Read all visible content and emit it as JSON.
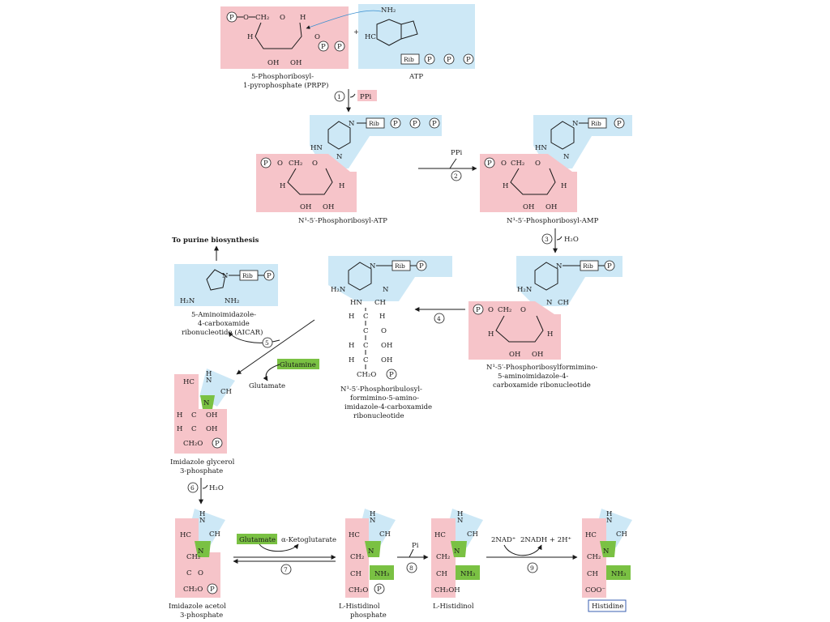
{
  "labels": {
    "prpp": [
      "5-Phosphoribosyl-",
      "1-pyrophosphate (PRPP)"
    ],
    "atp": "ATP",
    "pr_atp": "N¹-5′-Phosphoribosyl-ATP",
    "pr_amp": "N¹-5′-Phosphoribosyl-AMP",
    "to_purine": "To purine biosynthesis",
    "aicar": [
      "5-Aminoimidazole-",
      "4-carboxamide",
      "ribonucleotide (AICAR)"
    ],
    "prfar": [
      "N¹-5′-Phosphoribulosyl-",
      "formimino-5-amino-",
      "imidazole-4-carboxamide",
      "ribonucleotide"
    ],
    "profar": [
      "N¹-5′-Phosphoribosylformimino-",
      "5-aminoimidazole-4-",
      "carboxamide ribonucleotide"
    ],
    "igp": [
      "Imidazole glycerol",
      "3-phosphate"
    ],
    "iap": [
      "Imidazole acetol",
      "3-phosphate"
    ],
    "hol_p": [
      "L-Histidinol",
      "phosphate"
    ],
    "hol": "L-Histidinol",
    "his": "Histidine"
  },
  "steps": {
    "s1": "1",
    "s2": "2",
    "s3": "3",
    "s4": "4",
    "s5": "5",
    "s6": "6",
    "s7": "7",
    "s8": "8",
    "s9": "9"
  },
  "reagents": {
    "ppi_1": "PPi",
    "ppi_2": "PPi",
    "h2o_3": "H₂O",
    "glutamine": "Glutamine",
    "glutamate_5": "Glutamate",
    "h2o_6": "H₂O",
    "glutamate_7": "Glutamate",
    "akg": "α-Ketoglutarate",
    "pi_8": "Pi",
    "nad": "2NAD⁺",
    "nadh": "2NADH + 2H⁺"
  },
  "symbols": {
    "P": "P",
    "Rib": "Rib",
    "N": "N",
    "NH": "NH",
    "CH": "CH",
    "HC": "HC",
    "HN": "HN",
    "H": "H",
    "O": "O",
    "OH": "OH",
    "C": "C",
    "NH2": "NH₂",
    "H2N": "H₂N",
    "CH2": "CH₂",
    "CH2O": "CH₂O",
    "CH2OH": "CH₂OH",
    "NH3": "NH₃",
    "COO": "COO⁻",
    "plus": "+"
  },
  "colors": {
    "ribose": "#f6c4c9",
    "atp_derived": "#cde8f6",
    "glutamine_derived": "#7ac143"
  }
}
